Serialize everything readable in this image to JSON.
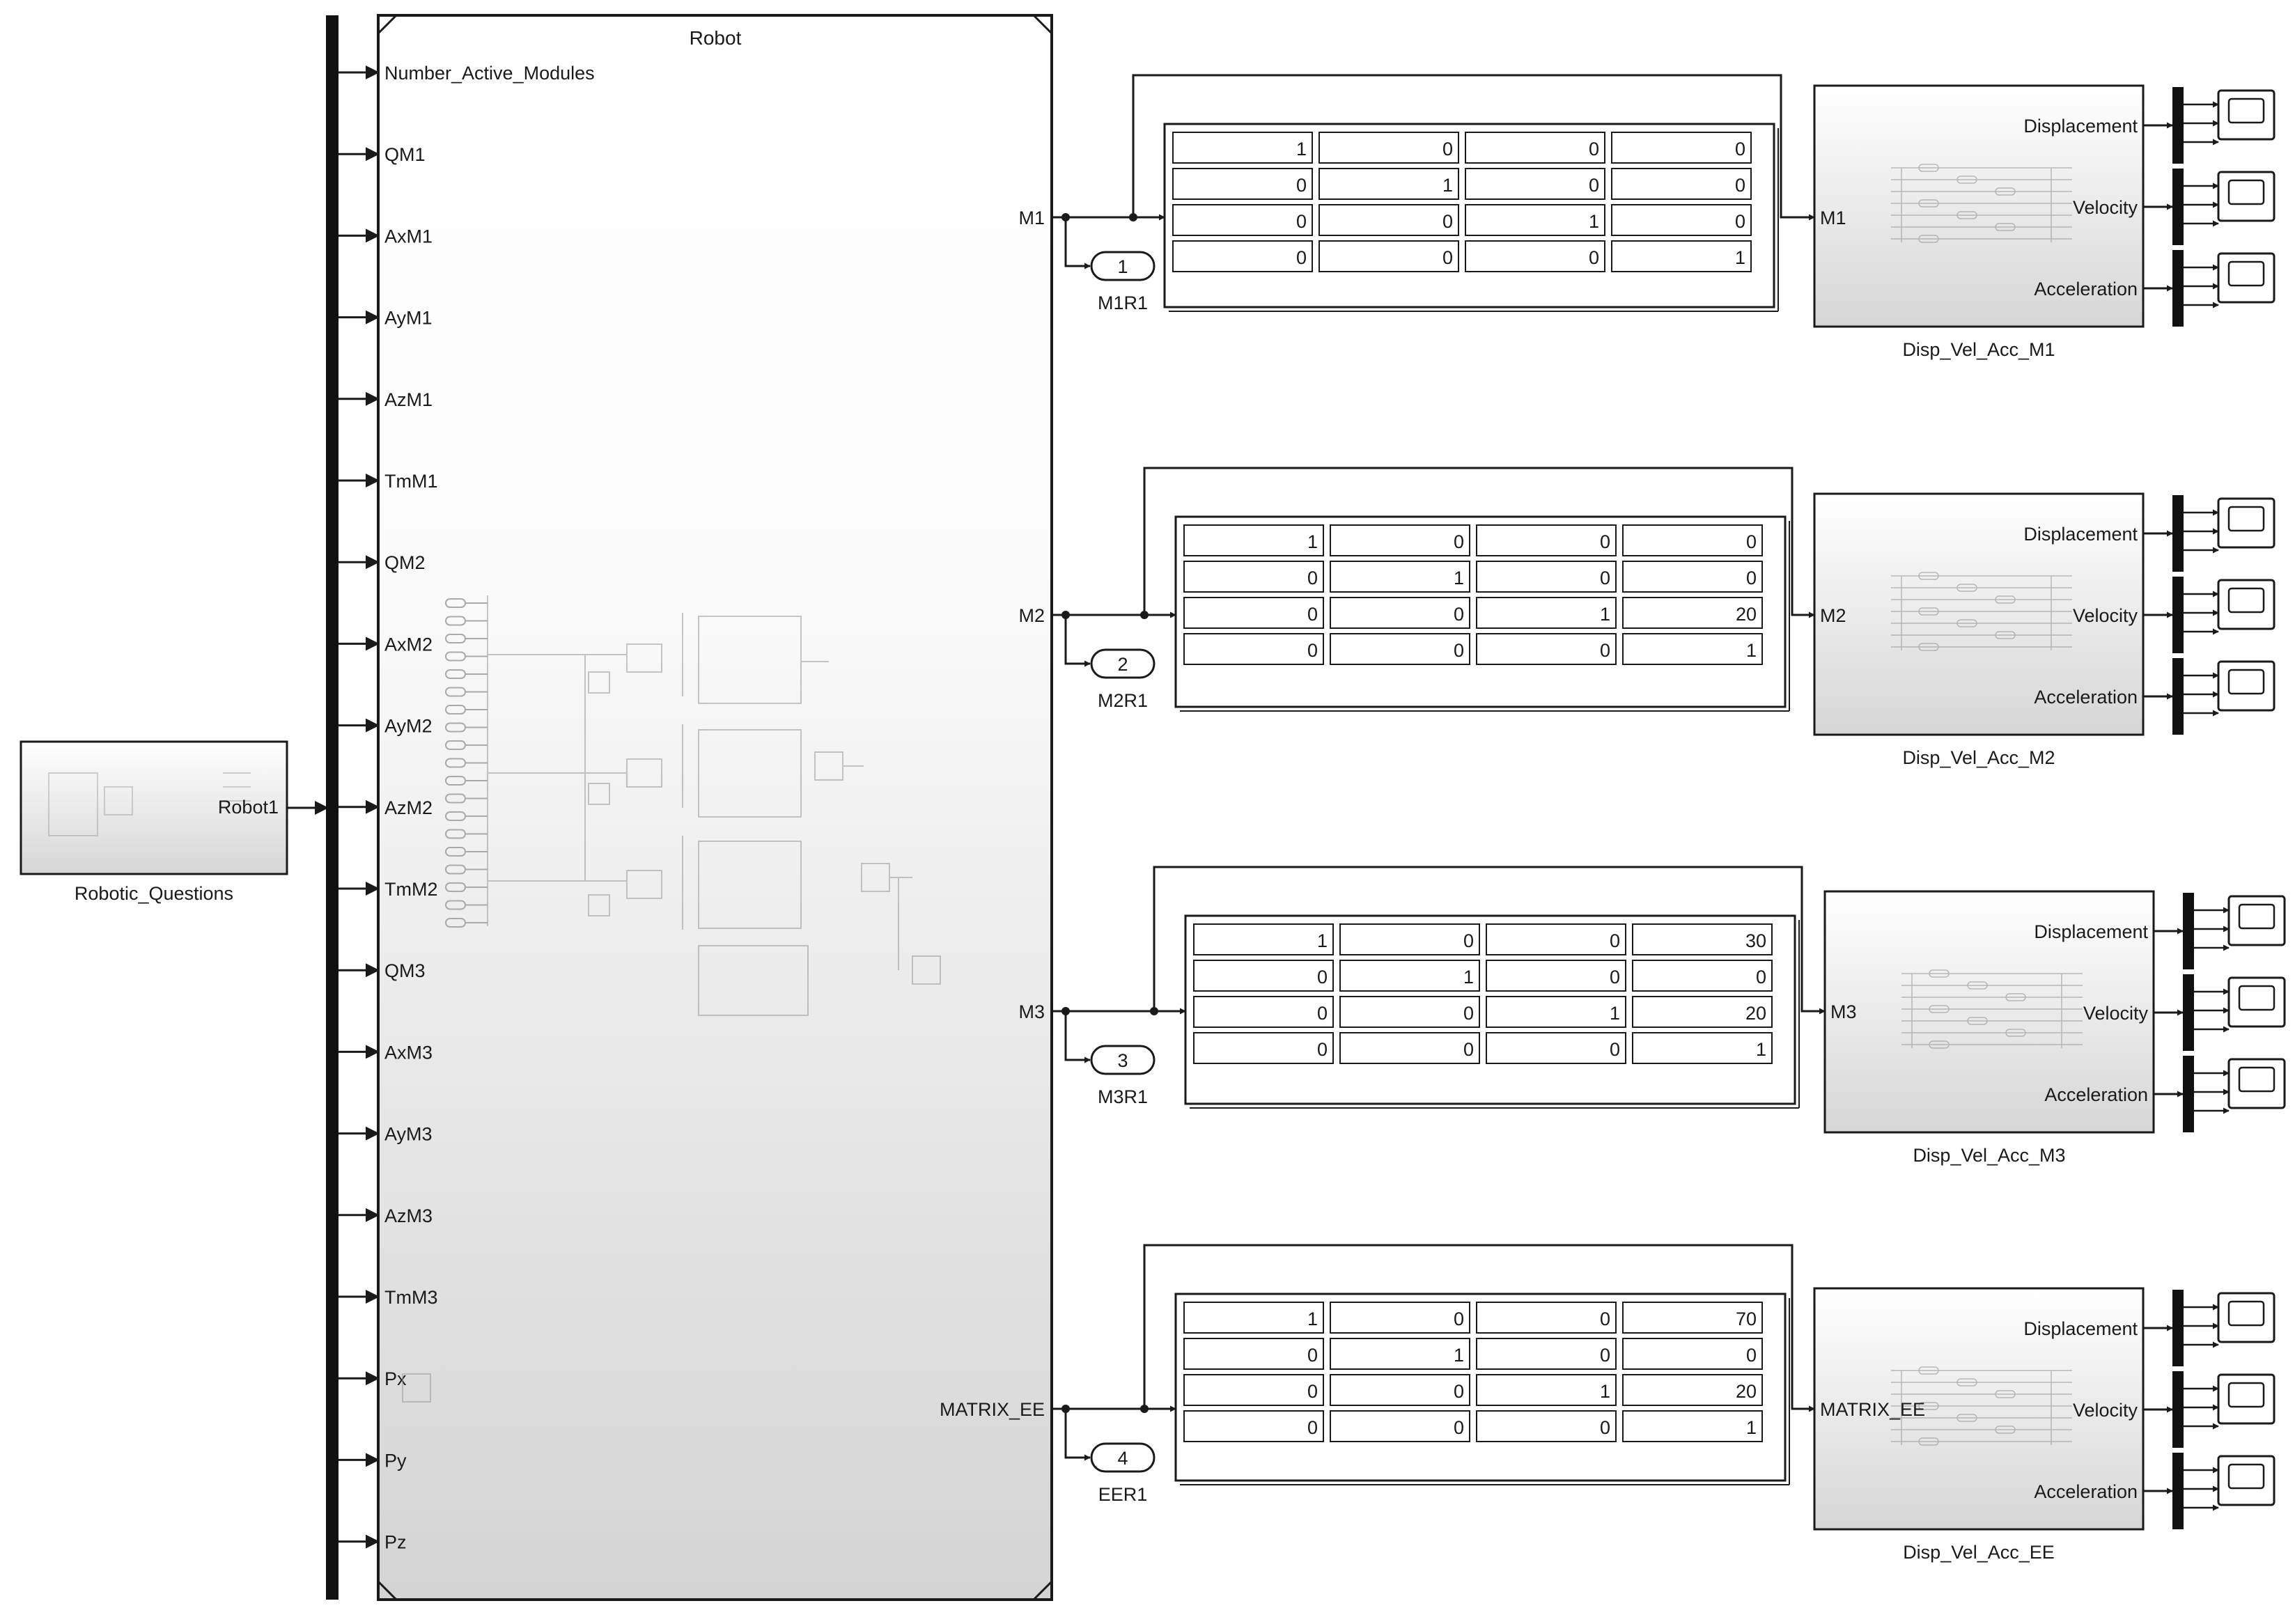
{
  "source_block": {
    "name": "Robotic_Questions",
    "port": "Robot1"
  },
  "robot": {
    "name": "Robot",
    "ports": [
      "Number_Active_Modules",
      "QM1",
      "AxM1",
      "AyM1",
      "AzM1",
      "TmM1",
      "QM2",
      "AxM2",
      "AyM2",
      "AzM2",
      "TmM2",
      "QM3",
      "AxM3",
      "AyM3",
      "AzM3",
      "TmM3",
      "Px",
      "Py",
      "Pz"
    ],
    "outputs": [
      "M1",
      "M2",
      "M3",
      "MATRIX_EE"
    ]
  },
  "branches": [
    {
      "output": "M1",
      "outport_num": "1",
      "outport_name": "M1R1",
      "matrix": [
        [
          "1",
          "0",
          "0",
          "0"
        ],
        [
          "0",
          "1",
          "0",
          "0"
        ],
        [
          "0",
          "0",
          "1",
          "0"
        ],
        [
          "0",
          "0",
          "0",
          "1"
        ]
      ],
      "subsystem": "Disp_Vel_Acc_M1",
      "sub_in": "M1"
    },
    {
      "output": "M2",
      "outport_num": "2",
      "outport_name": "M2R1",
      "matrix": [
        [
          "1",
          "0",
          "0",
          "0"
        ],
        [
          "0",
          "1",
          "0",
          "0"
        ],
        [
          "0",
          "0",
          "1",
          "20"
        ],
        [
          "0",
          "0",
          "0",
          "1"
        ]
      ],
      "subsystem": "Disp_Vel_Acc_M2",
      "sub_in": "M2"
    },
    {
      "output": "M3",
      "outport_num": "3",
      "outport_name": "M3R1",
      "matrix": [
        [
          "1",
          "0",
          "0",
          "30"
        ],
        [
          "0",
          "1",
          "0",
          "0"
        ],
        [
          "0",
          "0",
          "1",
          "20"
        ],
        [
          "0",
          "0",
          "0",
          "1"
        ]
      ],
      "subsystem": "Disp_Vel_Acc_M3",
      "sub_in": "M3"
    },
    {
      "output": "MATRIX_EE",
      "outport_num": "4",
      "outport_name": "EER1",
      "matrix": [
        [
          "1",
          "0",
          "0",
          "70"
        ],
        [
          "0",
          "1",
          "0",
          "0"
        ],
        [
          "0",
          "0",
          "1",
          "20"
        ],
        [
          "0",
          "0",
          "0",
          "1"
        ]
      ],
      "subsystem": "Disp_Vel_Acc_EE",
      "sub_in": "MATRIX_EE"
    }
  ],
  "subsystem_outputs": [
    "Displacement",
    "Velocity",
    "Acceleration"
  ],
  "colors": {
    "line": "#1a1a1a",
    "block_fill_top": "#ffffff",
    "block_fill_bottom": "#d9d9d9",
    "bus": "#111111"
  }
}
